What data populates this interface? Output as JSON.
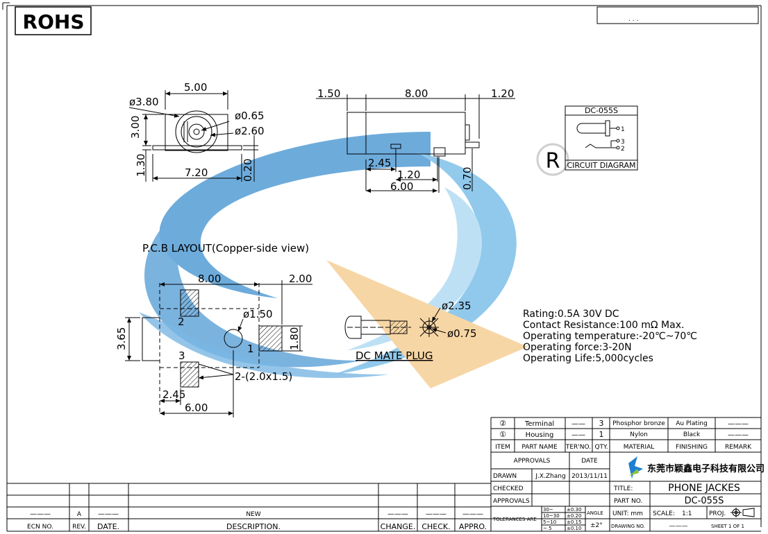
{
  "rohs": "ROHS",
  "top_right_box_text": ". . .",
  "front_view": {
    "width": "5.00",
    "outer_dia": "ø3.80",
    "height": "3.00",
    "pin_dia": "ø0.65",
    "bore_dia": "ø2.60",
    "base_height": "1.30",
    "base_width": "7.20",
    "tab_thk": "0.20"
  },
  "side_view": {
    "left": "1.50",
    "body": "8.00",
    "right": "1.20",
    "d1": "2.45",
    "d2": "1.20",
    "d3": "6.00",
    "d4": "0.70"
  },
  "circuit": {
    "title": "DC-055S",
    "caption": "CIRCUIT DIAGRAM",
    "pin1": "1",
    "pin2": "2",
    "pin3": "3"
  },
  "pcb": {
    "title": "P.C.B LAYOUT(Copper-side view)",
    "width": "8.00",
    "right": "2.00",
    "hole": "ø1.50",
    "height": "3.65",
    "pad_w": "1.80",
    "pad_note": "2-(2.0x1.5)",
    "offset": "2.45",
    "total": "6.00",
    "n1": "1",
    "n2": "2",
    "n3": "3"
  },
  "plug": {
    "caption": "DC MATE PLUG",
    "outer": "ø2.35",
    "inner": "ø0.75"
  },
  "specs": [
    "Rating:0.5A 30V DC",
    "Contact Resistance:100 mΩ Max.",
    "Operating temperature:-20℃~70℃",
    "Operating force:3-20N",
    "Operating Life:5,000cycles"
  ],
  "bom": [
    {
      "item": "②",
      "name": "Terminal",
      "ter": "——",
      "qty": "3",
      "material": "Phosphor bronze",
      "finish": "Au Plating",
      "remark": "———"
    },
    {
      "item": "①",
      "name": "Housing",
      "ter": "——",
      "qty": "1",
      "material": "Nylon",
      "finish": "Black",
      "remark": "———"
    }
  ],
  "bom_head": {
    "item": "ITEM",
    "name": "PART NAME",
    "ter": "TER'NO.",
    "qty": "QTY.",
    "material": "MATERIAL",
    "finish": "FINISHING",
    "remark": "REMARK"
  },
  "approvals": {
    "head": "APPROVALS",
    "date_head": "DATE",
    "drawn": "DRAWN",
    "drawn_by": "J.X.Zhang",
    "drawn_date": "2013/11/11",
    "checked": "CHECKED",
    "approvals": "APPROVALS"
  },
  "company": "东莞市颖鑫电子科技有限公司",
  "title_label": "TITLE:",
  "title": "PHONE  JACKES",
  "part_label": "PART  NO.",
  "part_no": "DC-055S",
  "tolerances": {
    "label": "TOLERANCES  ARE",
    "ranges": [
      "30~",
      "10~30",
      "5~10",
      "~ 5"
    ],
    "values": [
      "±0.30",
      "±0.20",
      "±0.15",
      "±0.10"
    ],
    "angle_label": "ANGLE",
    "angle": "±2°"
  },
  "unit": "UNIT:  mm",
  "scale_label": "SCALE:",
  "scale": "1:1",
  "proj": "PROJ.",
  "drawing_no": "DRAWING  NO.",
  "drawing_no_val": "———",
  "sheet": "SHEET   1  OF  1",
  "revision": {
    "ecn_val": "———",
    "rev_val": "A",
    "date_val": "———",
    "desc_val": "NEW",
    "change_val": "———",
    "check_val": "———",
    "appro_val": "———",
    "ecn": "ECN  NO.",
    "rev": "REV.",
    "date": "DATE.",
    "desc": "DESCRIPTION.",
    "change": "CHANGE.",
    "check": "CHECK.",
    "appro": "APPRO."
  },
  "colors": {
    "watermark_blue": "#5aa9dd",
    "watermark_orange": "#f5c987"
  }
}
